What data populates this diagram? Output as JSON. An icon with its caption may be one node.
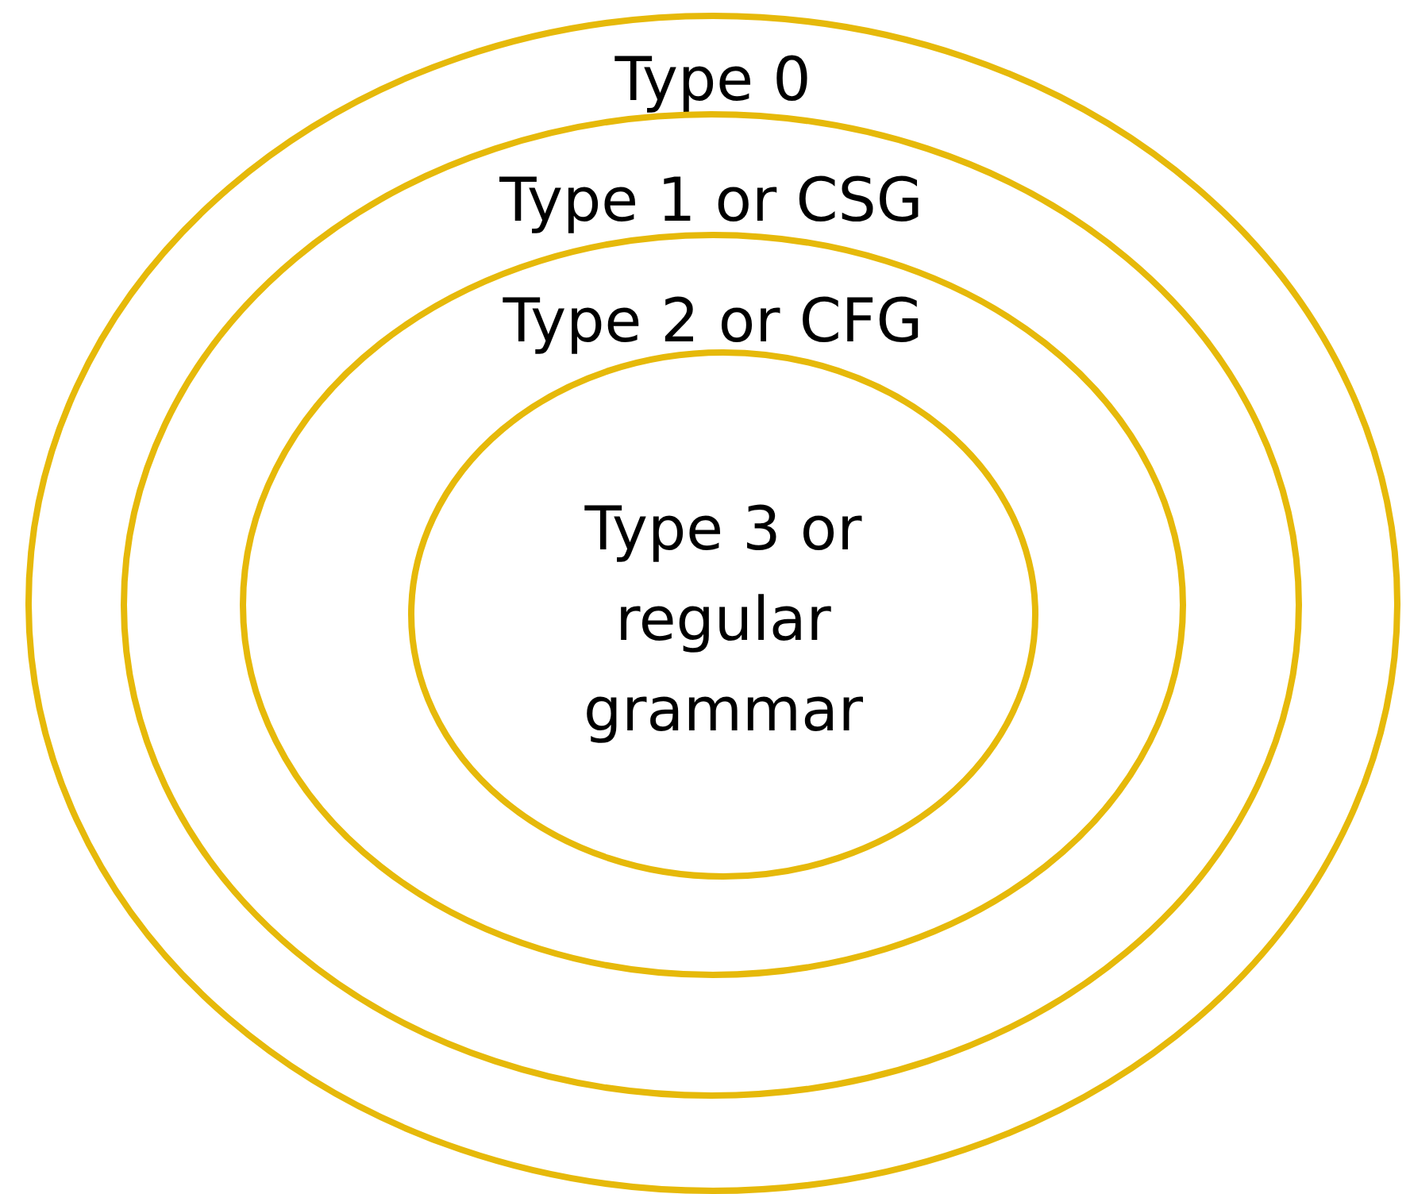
{
  "diagram": {
    "nodes": [
      {
        "text": [
          "Type 0"
        ]
      },
      {
        "text": [
          "Type 1 or CSG"
        ],
        "in": 0
      },
      {
        "text": [
          "Type 2 or CFG"
        ],
        "in": 1
      },
      {
        "text": [
          "Type 3 or regular grammar"
        ],
        "in": 2
      }
    ]
  }
}
